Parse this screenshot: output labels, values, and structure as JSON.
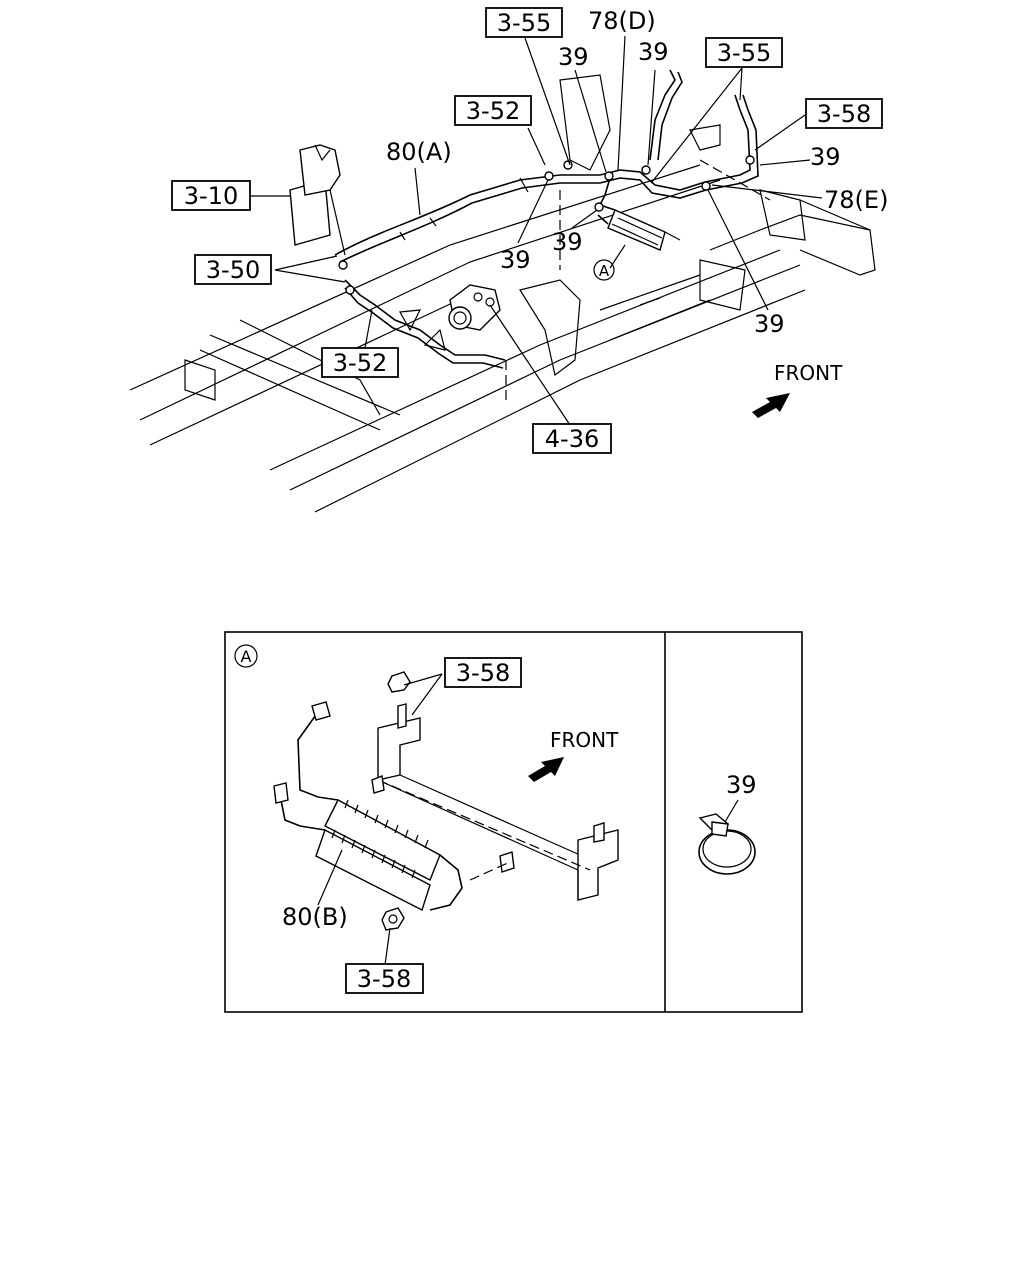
{
  "callouts": {
    "ref_3_55_left": "3-55",
    "ref_78_d": "78(D)",
    "qty_39_a": "39",
    "qty_39_b": "39",
    "ref_3_55_right": "3-55",
    "ref_3_52_top": "3-52",
    "ref_3_58_top": "3-58",
    "ref_80_a": "80(A)",
    "qty_39_c": "39",
    "ref_3_10": "3-10",
    "ref_78_e": "78(E)",
    "qty_39_d": "39",
    "qty_39_e": "39",
    "ref_3_50": "3-50",
    "marker_a_main": "A",
    "qty_39_f": "39",
    "ref_3_52_bottom": "3-52",
    "front_main": "FRONT",
    "ref_4_36": "4-36"
  },
  "detail": {
    "marker_a": "A",
    "ref_3_58_top": "3-58",
    "front": "FRONT",
    "ref_80_b": "80(B)",
    "ref_3_58_bottom": "3-58",
    "clamp_39": "39"
  }
}
